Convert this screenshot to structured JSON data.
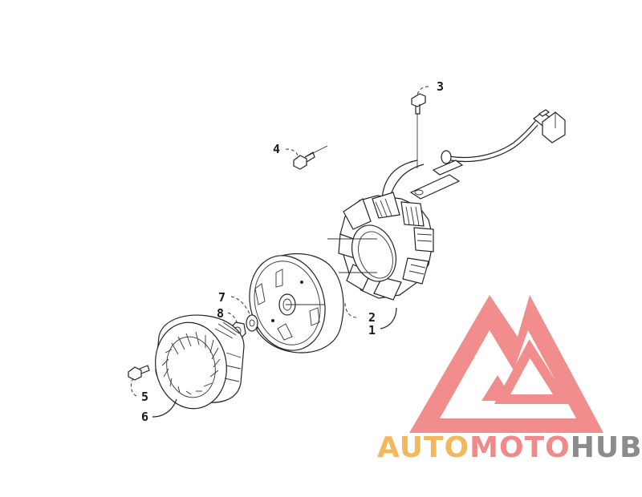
{
  "callouts": [
    {
      "id": "1",
      "label": "1"
    },
    {
      "id": "2",
      "label": "2"
    },
    {
      "id": "3",
      "label": "3"
    },
    {
      "id": "4",
      "label": "4"
    },
    {
      "id": "5",
      "label": "5"
    },
    {
      "id": "6",
      "label": "6"
    },
    {
      "id": "7",
      "label": "7"
    },
    {
      "id": "8",
      "label": "8"
    }
  ],
  "watermark": {
    "word_part1": "AUTO",
    "word_part2": "MOTO",
    "word_part3": "HUB",
    "color_part1": "#f3b75e",
    "color_part2": "#f08a8a",
    "color_part3": "#8c8c8c",
    "logo_color": "#f07a7a"
  }
}
